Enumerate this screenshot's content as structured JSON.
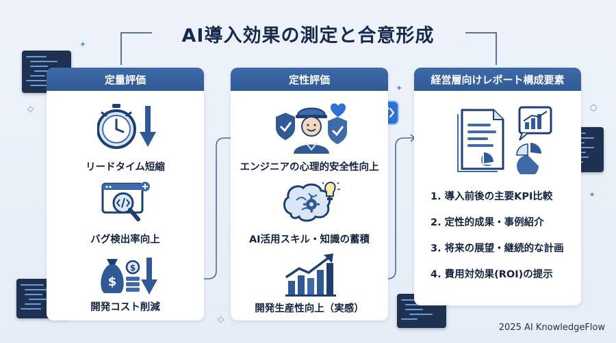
{
  "title": "AI導入効果の測定と合意形成",
  "cards": {
    "quantitative": {
      "header": "定量評価",
      "items": [
        {
          "label": "リードタイム短縮",
          "icon": "stopwatch-down-icon"
        },
        {
          "label": "バグ検出率向上",
          "icon": "code-magnifier-icon"
        },
        {
          "label": "開発コスト削減",
          "icon": "money-bag-down-icon"
        }
      ]
    },
    "qualitative": {
      "header": "定性評価",
      "items": [
        {
          "label": "エンジニアの心理的安全性向上",
          "icon": "engineer-shield-heart-icon"
        },
        {
          "label": "AI活用スキル・知識の蓄積",
          "icon": "brain-gear-bulb-icon"
        },
        {
          "label": "開発生産性向上（実感）",
          "icon": "bar-chart-up-icon"
        }
      ]
    },
    "report": {
      "header": "経営層向けレポート構成要素",
      "icon": "report-document-chart-icon",
      "items": [
        "1. 導入前後の主要KPI比較",
        "2. 定性的成果・事例紹介",
        "3. 将来の展望・継続的な計画",
        "4. 費用対効果(ROI)の提示"
      ]
    }
  },
  "footer": "2025 AI KnowledgeFlow",
  "colors": {
    "primary": "#2f5a96",
    "dark": "#1e3f72",
    "background": "#eef3fa"
  }
}
